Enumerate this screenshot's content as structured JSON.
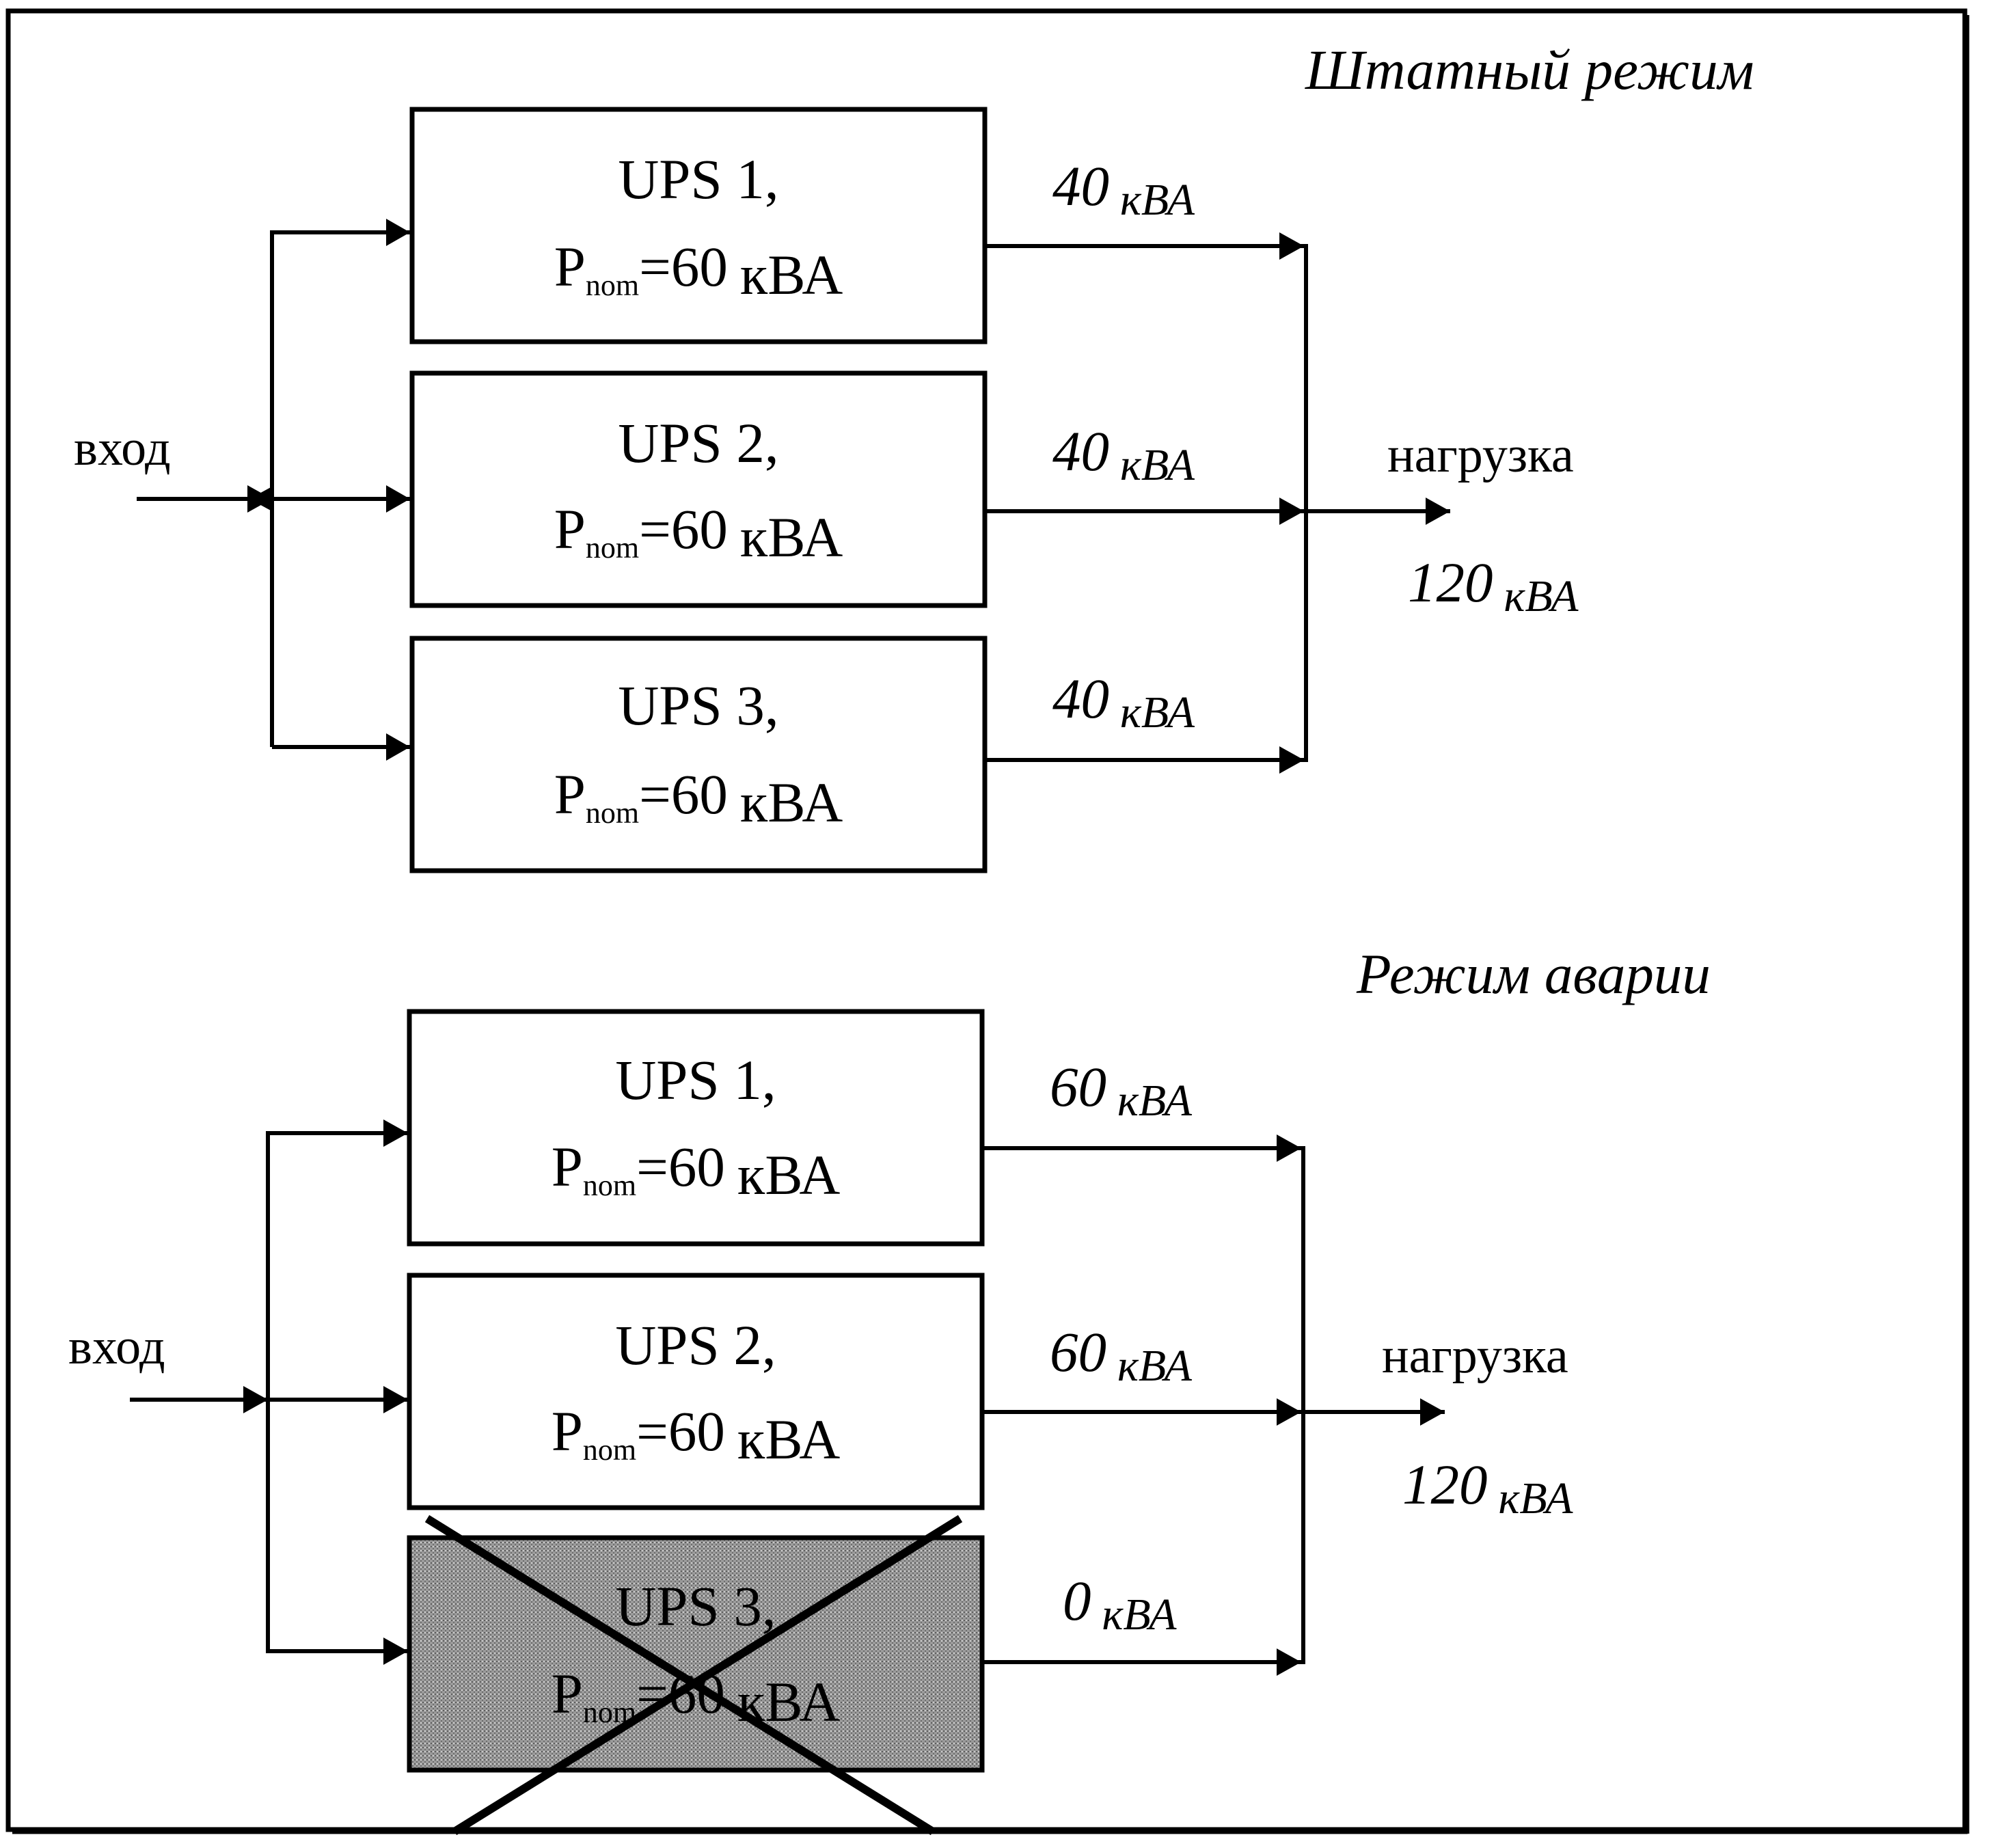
{
  "normal_mode": {
    "title": "Штатный режим",
    "input_label": "вход",
    "load_label": "нагрузка",
    "load_value": "120",
    "load_unit": "кВА",
    "ups": [
      {
        "name": "UPS 1,",
        "p_symbol": "P",
        "p_sub": "nom",
        "p_value": "=60",
        "p_unit": "кВА",
        "out_value": "40",
        "out_unit": "кВА",
        "failed": false
      },
      {
        "name": "UPS 2,",
        "p_symbol": "P",
        "p_sub": "nom",
        "p_value": "=60",
        "p_unit": "кВА",
        "out_value": "40",
        "out_unit": "кВА",
        "failed": false
      },
      {
        "name": "UPS 3,",
        "p_symbol": "P",
        "p_sub": "nom",
        "p_value": "=60",
        "p_unit": "кВА",
        "out_value": "40",
        "out_unit": "кВА",
        "failed": false
      }
    ]
  },
  "emergency_mode": {
    "title": "Режим аварии",
    "input_label": "вход",
    "load_label": "нагрузка",
    "load_value": "120",
    "load_unit": "кВА",
    "ups": [
      {
        "name": "UPS 1,",
        "p_symbol": "P",
        "p_sub": "nom",
        "p_value": "=60",
        "p_unit": "кВА",
        "out_value": "60",
        "out_unit": "кВА",
        "failed": false
      },
      {
        "name": "UPS 2,",
        "p_symbol": "P",
        "p_sub": "nom",
        "p_value": "=60",
        "p_unit": "кВА",
        "out_value": "60",
        "out_unit": "кВА",
        "failed": false
      },
      {
        "name": "UPS 3,",
        "p_symbol": "P",
        "p_sub": "nom",
        "p_value": "=60",
        "p_unit": "кВА",
        "out_value": "0",
        "out_unit": "кВА",
        "failed": true
      }
    ]
  },
  "colors": {
    "line": "#000000",
    "failed_fill": "#8a8a8a",
    "background": "#ffffff"
  }
}
